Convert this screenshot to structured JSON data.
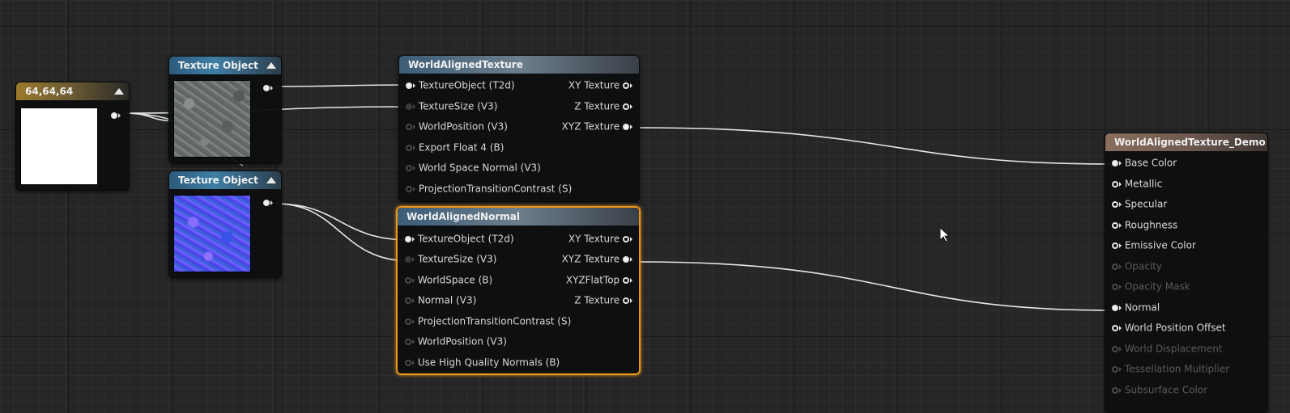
{
  "constant_node": {
    "title": "64,64,64",
    "swatch_color": "#ffffff"
  },
  "texture_object_1": {
    "title": "Texture Object",
    "texture": "stone-diffuse-thumbnail"
  },
  "texture_object_2": {
    "title": "Texture Object",
    "texture": "normal-map-thumbnail"
  },
  "world_aligned_texture": {
    "title": "WorldAlignedTexture",
    "inputs": [
      "TextureObject (T2d)",
      "TextureSize (V3)",
      "WorldPosition (V3)",
      "Export Float 4 (B)",
      "World Space Normal (V3)",
      "ProjectionTransitionContrast (S)"
    ],
    "outputs": [
      "XY Texture",
      "Z Texture",
      "XYZ Texture"
    ]
  },
  "world_aligned_normal": {
    "title": "WorldAlignedNormal",
    "inputs": [
      "TextureObject (T2d)",
      "TextureSize (V3)",
      "WorldSpace (B)",
      "Normal (V3)",
      "ProjectionTransitionContrast (S)",
      "WorldPosition (V3)",
      "Use High Quality Normals (B)"
    ],
    "outputs": [
      "XY Texture",
      "XYZ Texture",
      "XYZFlatTop",
      "Z Texture"
    ]
  },
  "material_node": {
    "title": "WorldAlignedTexture_Demo",
    "inputs": [
      "Base Color",
      "Metallic",
      "Specular",
      "Roughness",
      "Emissive Color",
      "Opacity",
      "Opacity Mask",
      "Normal",
      "World Position Offset",
      "World Displacement",
      "Tessellation Multiplier",
      "Subsurface Color"
    ]
  },
  "colors": {
    "selection": "#e8951c",
    "wire": "#e8e8e8",
    "canvas": "#262626"
  }
}
